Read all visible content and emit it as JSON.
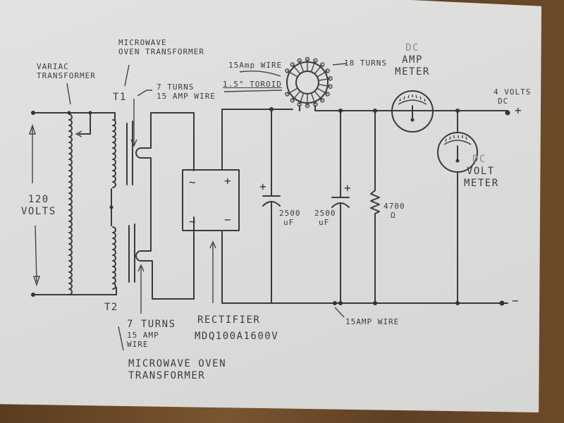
{
  "diagram": {
    "labels": {
      "variac": "VARIAC TRANSFORMER",
      "mot_top_line1": "MICROWAVE",
      "mot_top_line2": "OVEN TRANSFORMER",
      "t1": "T1",
      "t2": "T2",
      "input_voltage_value": "120",
      "input_voltage_unit": "VOLTS",
      "secondary_top_turns": "7 TURNS",
      "secondary_top_wire": "15 AMP WIRE",
      "secondary_bottom_turns": "7 TURNS",
      "secondary_bottom_wire_1": "15 AMP",
      "secondary_bottom_wire_2": "WIRE",
      "mot_bottom_line1": "MICROWAVE OVEN",
      "mot_bottom_line2": "TRANSFORMER",
      "rectifier_title": "RECTIFIER",
      "rectifier_part": "MDQ100A1600V",
      "rect_ac1": "~",
      "rect_ac2": "~",
      "rect_plus": "+",
      "rect_minus": "−",
      "toroid_wire": "15Amp WIRE",
      "toroid_size": "1.5\" TOROID",
      "toroid_turns": "18 TURNS",
      "cap1_value": "2500",
      "cap1_unit": "uF",
      "cap1_polarity": "+",
      "cap2_value": "2500",
      "cap2_unit": "uF",
      "cap2_polarity": "+",
      "resistor_value": "4700",
      "resistor_unit": "Ω",
      "ammeter_line1": "DC",
      "ammeter_line2": "AMP",
      "ammeter_line3": "METER",
      "voltmeter_line1": "DC",
      "voltmeter_line2": "VOLT",
      "voltmeter_line3": "METER",
      "output_voltage": "4 VOLTS",
      "output_type": "DC",
      "output_plus": "+",
      "output_minus": "−",
      "ground_wire": "15AMP WIRE"
    },
    "colors": {
      "ink": "#3a3a3a",
      "paper": "#dcdcda",
      "wood": "#6b4a2a"
    }
  }
}
